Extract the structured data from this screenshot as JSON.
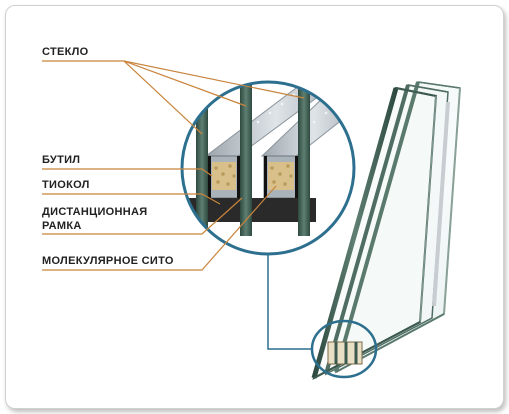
{
  "labels": {
    "glass": "СТЕКЛО",
    "butyl": "БУТИЛ",
    "thiokol": "ТИОКОЛ",
    "spacer_line1": "ДИСТАНЦИОННАЯ",
    "spacer_line2": "РАМКА",
    "molecular_sieve": "МОЛЕКУЛЯРНОЕ СИТО"
  },
  "colors": {
    "leader_line": "#c8843c",
    "callout_ring": "#2d6f8f",
    "glass_edge": "#3f5a4f",
    "frame_aluminum": "#b9c0c6",
    "desiccant": "#d9c08a",
    "sealant": "#2a2a2a"
  }
}
